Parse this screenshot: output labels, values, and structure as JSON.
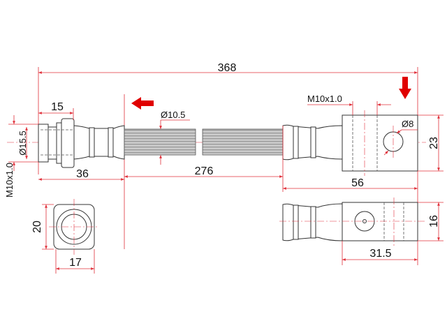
{
  "dimensions": {
    "overall_length": "368",
    "nut_length": "15",
    "thread_left": "M10x1.0",
    "nut_diameter": "Ø15.5",
    "left_fitting_length": "36",
    "hose_length": "276",
    "hose_diameter": "Ø10.5",
    "thread_right": "M10x1.0",
    "hole_diameter": "Ø8",
    "block_height": "23",
    "right_fitting_length": "56",
    "hex_height": "20",
    "hex_width": "17",
    "block_thickness": "16",
    "block_length": "31.5"
  },
  "colors": {
    "dimension": "#e0303a",
    "arrow": "#e00000",
    "outline": "#333333"
  }
}
